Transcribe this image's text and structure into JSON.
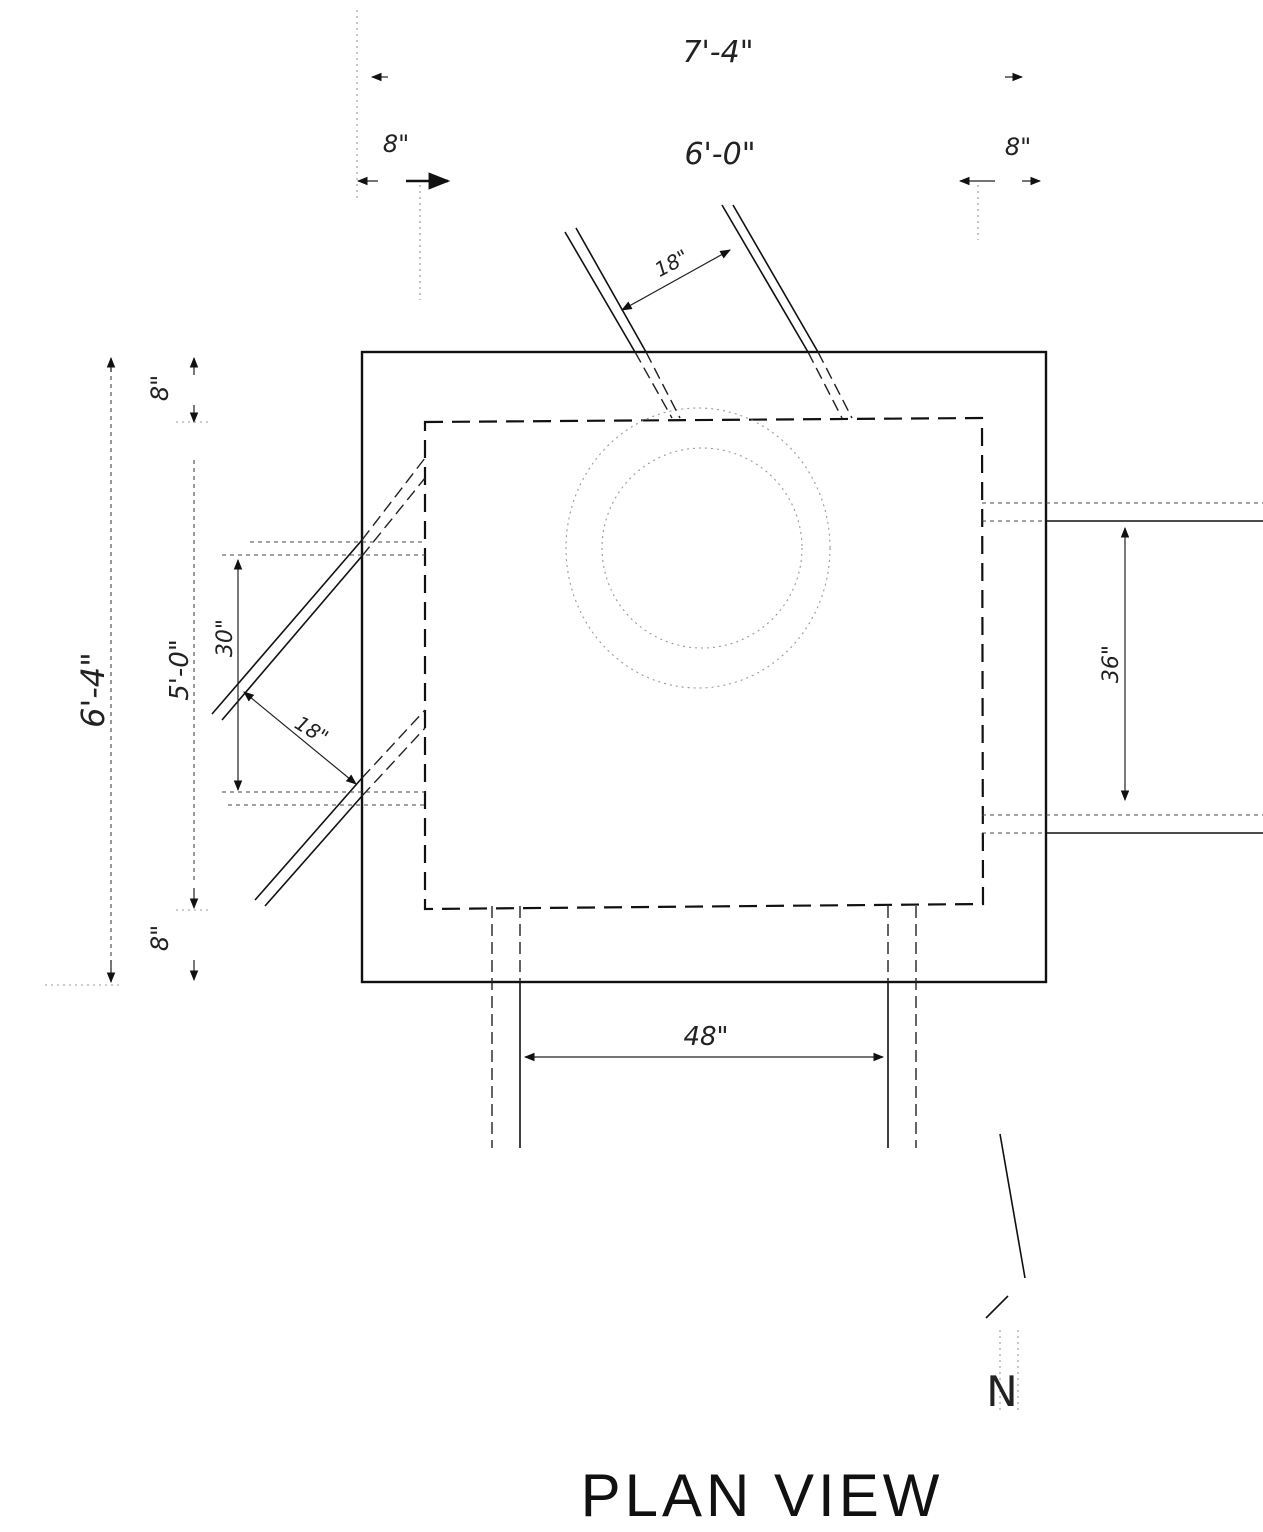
{
  "title": "PLAN VIEW",
  "dimensions": {
    "overall_width": "7'-4\"",
    "inner_width": "6'-0\"",
    "left_wall": "8\"",
    "right_wall": "8\"",
    "overall_height": "6'-4\"",
    "inner_height": "5'-0\"",
    "top_wall": "8\"",
    "bottom_wall": "8\"",
    "pipe_top_width": "18\"",
    "pipe_left_spacing": "30\"",
    "pipe_left_width": "18\"",
    "pipe_right_width": "36\"",
    "pipe_bottom_width": "48\""
  },
  "north_label": "N"
}
